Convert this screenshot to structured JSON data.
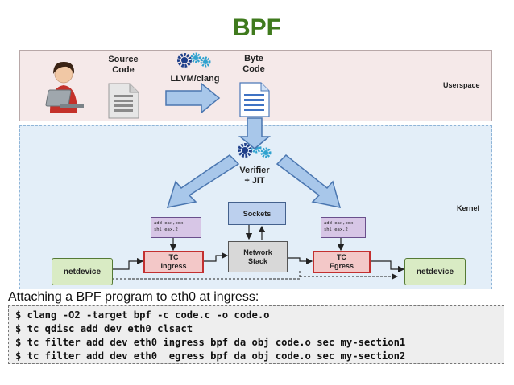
{
  "title": "BPF",
  "userspace": {
    "zone_label": "Userspace",
    "source_code_label": "Source Code",
    "compiler_label": "LLVM/clang",
    "byte_code_label": "Byte Code"
  },
  "kernel": {
    "zone_label": "Kernel",
    "verifier_label": [
      "Verifier",
      "+ JIT"
    ],
    "sockets_label": "Sockets",
    "network_stack_label": [
      "Network",
      "Stack"
    ],
    "tc_ingress_label": [
      "TC",
      "Ingress"
    ],
    "tc_egress_label": [
      "TC",
      "Egress"
    ],
    "netdevice_left_label": "netdevice",
    "netdevice_right_label": "netdevice",
    "asm_left": [
      "add eax,edx",
      "shl eax,2"
    ],
    "asm_right": [
      "add eax,edx",
      "shl eax,2"
    ]
  },
  "attach": {
    "heading": "Attaching a BPF program to eth0 at ingress:",
    "commands": [
      "$ clang -O2 -target bpf -c code.c -o code.o",
      "$ tc qdisc add dev eth0 clsact",
      "$ tc filter add dev eth0 ingress bpf da obj code.o sec my-section1",
      "$ tc filter add dev eth0  egress bpf da obj code.o sec my-section2"
    ]
  },
  "colors": {
    "title": "#3f7a1d",
    "arrow_fill": "#a8c7ea",
    "arrow_stroke": "#4a76b0",
    "tc_border": "#c33030",
    "netdevice_fill": "#d9ebc4",
    "gear_dark": "#1f3f8a",
    "gear_light": "#2fa2cf"
  },
  "icons": [
    "developer-avatar-icon",
    "source-file-icon",
    "gears-icon",
    "bytecode-file-icon"
  ]
}
